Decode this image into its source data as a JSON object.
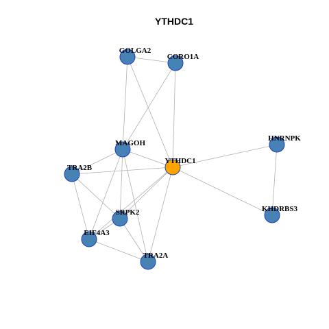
{
  "title": "YTHDC1",
  "colors": {
    "hub_fill": "#FFA500",
    "node_fill": "#4682B4",
    "node_stroke": "#1F3FBF",
    "edge": "#B0B0B0"
  },
  "nodes": [
    {
      "id": "GOLGA2",
      "label": "GOLGA2",
      "hub": false
    },
    {
      "id": "CORO1A",
      "label": "CORO1A",
      "hub": false
    },
    {
      "id": "HNRNPK",
      "label": "HNRNPK",
      "hub": false
    },
    {
      "id": "MAGOH",
      "label": "MAGOH",
      "hub": false
    },
    {
      "id": "YTHDC1",
      "label": "YTHDC1",
      "hub": true
    },
    {
      "id": "TRA2B",
      "label": "TRA2B",
      "hub": false
    },
    {
      "id": "KHDRBS3",
      "label": "KHDRBS3",
      "hub": false
    },
    {
      "id": "SRPK2",
      "label": "SRPK2",
      "hub": false
    },
    {
      "id": "EIF4A3",
      "label": "EIF4A3",
      "hub": false
    },
    {
      "id": "TRA2A",
      "label": "TRA2A",
      "hub": false
    }
  ],
  "edges": [
    [
      "GOLGA2",
      "CORO1A"
    ],
    [
      "GOLGA2",
      "MAGOH"
    ],
    [
      "GOLGA2",
      "YTHDC1"
    ],
    [
      "CORO1A",
      "MAGOH"
    ],
    [
      "CORO1A",
      "YTHDC1"
    ],
    [
      "HNRNPK",
      "YTHDC1"
    ],
    [
      "HNRNPK",
      "KHDRBS3"
    ],
    [
      "YTHDC1",
      "KHDRBS3"
    ],
    [
      "MAGOH",
      "YTHDC1"
    ],
    [
      "MAGOH",
      "TRA2B"
    ],
    [
      "MAGOH",
      "SRPK2"
    ],
    [
      "MAGOH",
      "EIF4A3"
    ],
    [
      "MAGOH",
      "TRA2A"
    ],
    [
      "YTHDC1",
      "TRA2B"
    ],
    [
      "YTHDC1",
      "SRPK2"
    ],
    [
      "YTHDC1",
      "EIF4A3"
    ],
    [
      "YTHDC1",
      "TRA2A"
    ],
    [
      "TRA2B",
      "SRPK2"
    ],
    [
      "TRA2B",
      "EIF4A3"
    ],
    [
      "SRPK2",
      "EIF4A3"
    ],
    [
      "SRPK2",
      "TRA2A"
    ],
    [
      "EIF4A3",
      "TRA2A"
    ]
  ]
}
